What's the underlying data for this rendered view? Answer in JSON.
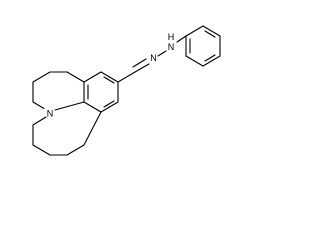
{
  "molecule": {
    "labels": {
      "ring_nitrogen": "N",
      "hydrazone_n1": "N",
      "hydrazone_n2": "N",
      "hydrazone_h": "H"
    }
  }
}
